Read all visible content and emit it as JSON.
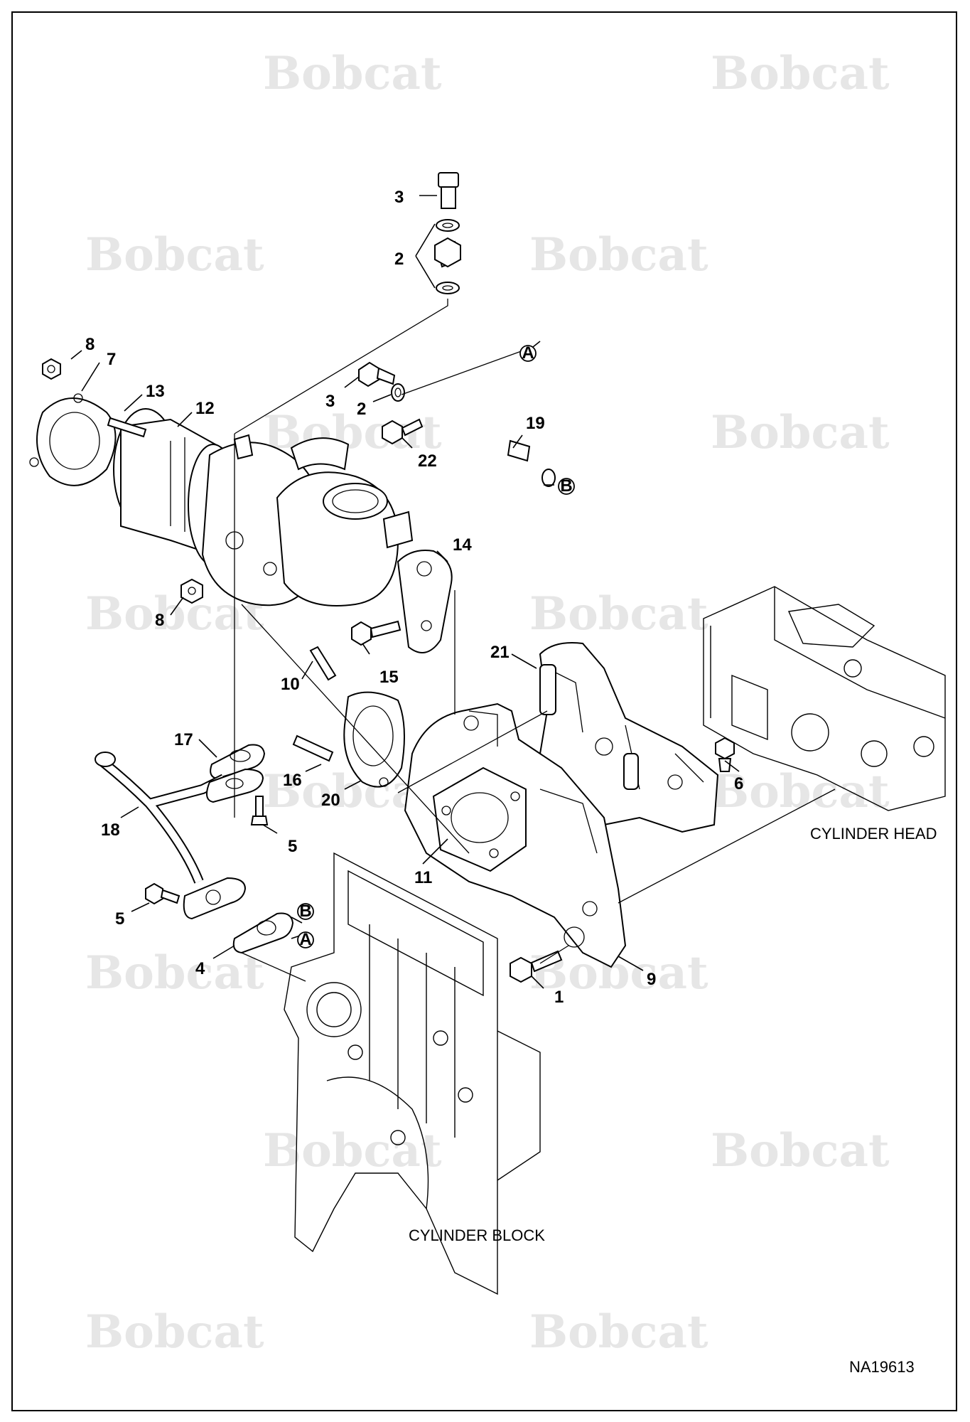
{
  "diagram": {
    "callouts": [
      {
        "id": "c3a",
        "text": "3"
      },
      {
        "id": "c2a",
        "text": "2"
      },
      {
        "id": "c8a",
        "text": "8"
      },
      {
        "id": "c7",
        "text": "7"
      },
      {
        "id": "c13",
        "text": "13"
      },
      {
        "id": "c12",
        "text": "12"
      },
      {
        "id": "c3b",
        "text": "3"
      },
      {
        "id": "c2b",
        "text": "2"
      },
      {
        "id": "c22",
        "text": "22"
      },
      {
        "id": "c19",
        "text": "19"
      },
      {
        "id": "c14",
        "text": "14"
      },
      {
        "id": "c8b",
        "text": "8"
      },
      {
        "id": "c15",
        "text": "15"
      },
      {
        "id": "c21",
        "text": "21"
      },
      {
        "id": "c10",
        "text": "10"
      },
      {
        "id": "c17",
        "text": "17"
      },
      {
        "id": "c16",
        "text": "16"
      },
      {
        "id": "c6",
        "text": "6"
      },
      {
        "id": "c20",
        "text": "20"
      },
      {
        "id": "c18",
        "text": "18"
      },
      {
        "id": "c5a",
        "text": "5"
      },
      {
        "id": "c11",
        "text": "11"
      },
      {
        "id": "c5b",
        "text": "5"
      },
      {
        "id": "c4",
        "text": "4"
      },
      {
        "id": "c1",
        "text": "1"
      },
      {
        "id": "c9",
        "text": "9"
      }
    ],
    "connectors": [
      {
        "id": "kA1",
        "text": "A"
      },
      {
        "id": "kB1",
        "text": "B"
      },
      {
        "id": "kB2",
        "text": "B"
      },
      {
        "id": "kA2",
        "text": "A"
      }
    ],
    "labels": {
      "cylinder_head": "CYLINDER HEAD",
      "cylinder_block": "CYLINDER BLOCK",
      "figure_id": "NA19613"
    },
    "watermark_text": "Bobcat"
  }
}
